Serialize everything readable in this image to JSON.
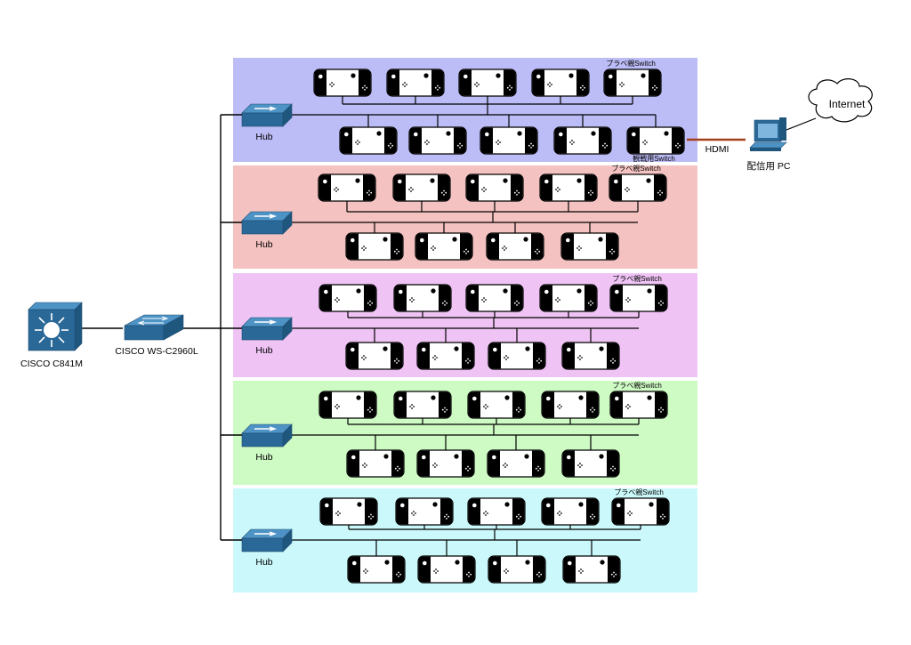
{
  "router": {
    "label": "CISCO C841M"
  },
  "core_switch": {
    "label": "CISCO WS-C2960L"
  },
  "sections": [
    {
      "name": "section-1",
      "color": "#bcbcf6",
      "hub_label": "Hub",
      "parent_label": "プラベ親Switch",
      "viewer_label": "観戦用Switch",
      "top_count": 5,
      "bottom_count": 5
    },
    {
      "name": "section-2",
      "color": "#f4c3c1",
      "hub_label": "Hub",
      "parent_label": "プラベ親Switch",
      "top_count": 5,
      "bottom_count": 4
    },
    {
      "name": "section-3",
      "color": "#efc4f5",
      "hub_label": "Hub",
      "parent_label": "プラベ親Switch",
      "top_count": 5,
      "bottom_count": 4
    },
    {
      "name": "section-4",
      "color": "#cefac4",
      "hub_label": "Hub",
      "parent_label": "プラベ親Switch",
      "top_count": 5,
      "bottom_count": 4
    },
    {
      "name": "section-5",
      "color": "#cbf9fb",
      "hub_label": "Hub",
      "parent_label": "プラベ親Switch",
      "top_count": 5,
      "bottom_count": 4
    }
  ],
  "hdmi_label": "HDMI",
  "pc": {
    "label": "配信用 PC"
  },
  "cloud": {
    "label": "Internet"
  },
  "colors": {
    "cisco_blue": "#2f6e9b",
    "hdmi_line": "#a2401c",
    "line": "#000000"
  }
}
